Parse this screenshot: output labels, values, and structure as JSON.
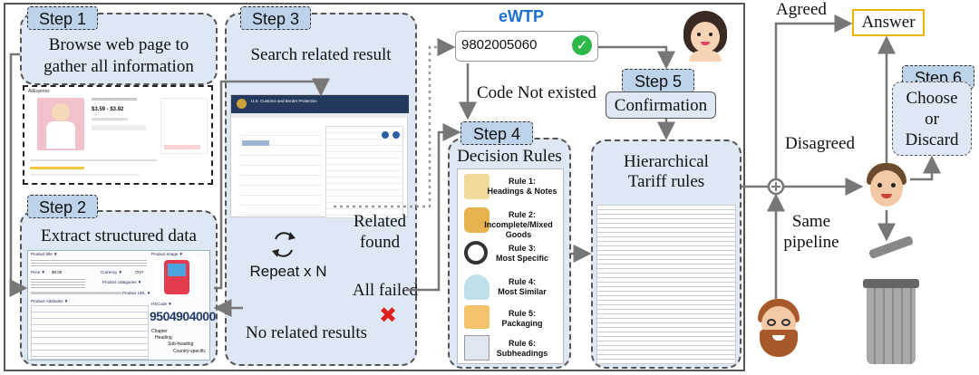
{
  "steps": {
    "step1": {
      "label": "Step 1",
      "title": "Browse web page to gather all information"
    },
    "step2": {
      "label": "Step 2",
      "title": "Extract structured data"
    },
    "step3": {
      "label": "Step 3",
      "title": "Search related result",
      "repeat": "Repeat x N"
    },
    "step4": {
      "label": "Step 4",
      "title": "Decision Rules"
    },
    "step5": {
      "label": "Step 5",
      "title": "Confirmation"
    },
    "step6": {
      "label": "Step 6",
      "title_lines": [
        "Choose",
        "or",
        "Discard"
      ]
    }
  },
  "hierarchical": {
    "title_lines": [
      "Hierarchical",
      "Tariff rules"
    ]
  },
  "ewtp": {
    "logo": "eWTP",
    "code": "9802005060"
  },
  "edges": {
    "code_not_existed": "Code Not existed",
    "related_found_lines": [
      "Related",
      "found"
    ],
    "all_failed": "All failed",
    "no_related": "No related results",
    "agreed": "Agreed",
    "disagreed": "Disagreed",
    "same_pipeline_lines": [
      "Same",
      "pipeline"
    ]
  },
  "answer": "Answer",
  "rules": [
    {
      "title": "Rule 1:",
      "desc": "Headings & Notes"
    },
    {
      "title": "Rule 2:",
      "desc": "Incomplete/Mixed Goods"
    },
    {
      "title": "Rule 3:",
      "desc": "Most Specific"
    },
    {
      "title": "Rule 4:",
      "desc": "Most Similar"
    },
    {
      "title": "Rule 5:",
      "desc": "Packaging"
    },
    {
      "title": "Rule 6:",
      "desc": "Subheadings"
    }
  ],
  "extract_card": {
    "product_title": "Product title ▼",
    "product_image": "Product Image ▼",
    "price": "Price ▼",
    "price_value": "$9.59",
    "currency": "Currency ▼",
    "currency_value": "CNY",
    "product_categories": "Product categories ▼",
    "product_url": "Product URL ▼",
    "product_attributes": "Product Attributes ▼",
    "hs_code_label": "HSCode ▼",
    "hs_code": "9504904000",
    "chapter": "Chapter",
    "heading": "Heading",
    "subheading": "Sub-heading",
    "country_rule": "Country-specific"
  },
  "web_page": {
    "brand": "AliExpress",
    "price": "$3.59 - $3.92"
  },
  "cbp": {
    "header": "U.S. Customs and Border Protection"
  },
  "colors": {
    "panel": "#dde8f4",
    "step": "#bcd3ea",
    "answer_border": "#e8b400",
    "fail": "#e02020",
    "check": "#2fb84a"
  }
}
